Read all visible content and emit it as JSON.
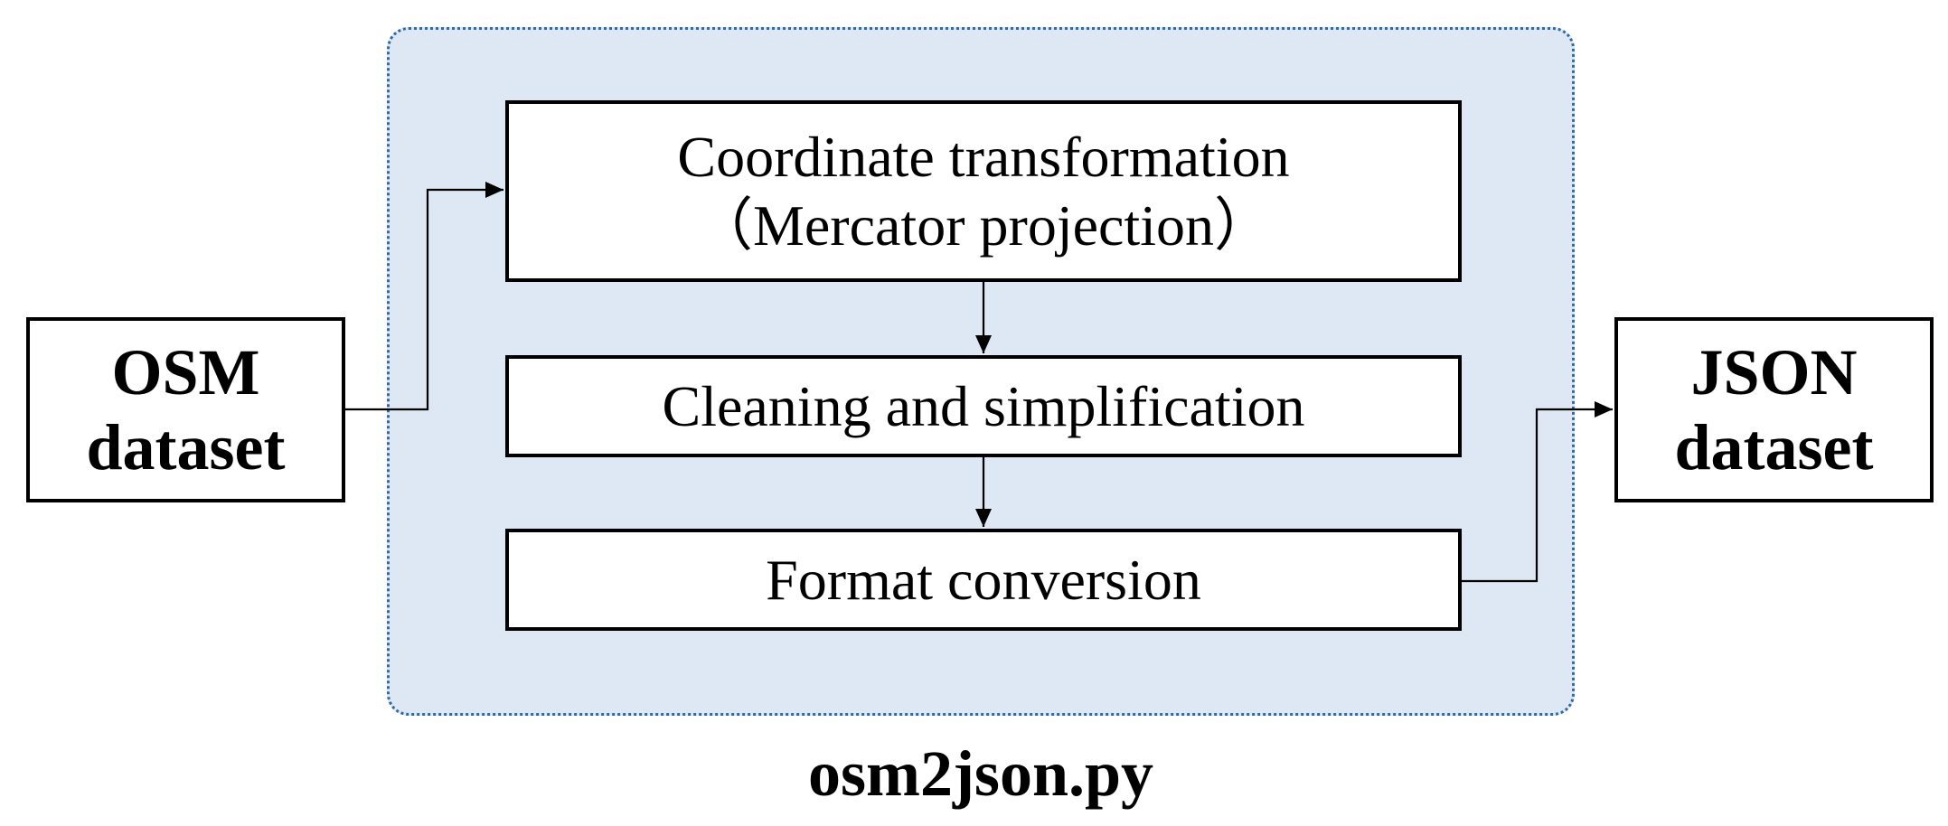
{
  "diagram": {
    "steps": [
      {
        "line1": "Coordinate transformation",
        "line2": "（Mercator projection）"
      },
      {
        "line1": "Cleaning and simplification"
      },
      {
        "line1": "Format conversion"
      }
    ],
    "input": {
      "line1": "OSM",
      "line2": "dataset"
    },
    "output": {
      "line1": "JSON",
      "line2": "dataset"
    },
    "script_label": "osm2json.py",
    "colors": {
      "container_fill": "#dde8f4",
      "container_border": "#2f6aa3",
      "box_border": "#000000",
      "arrow": "#000000"
    }
  }
}
